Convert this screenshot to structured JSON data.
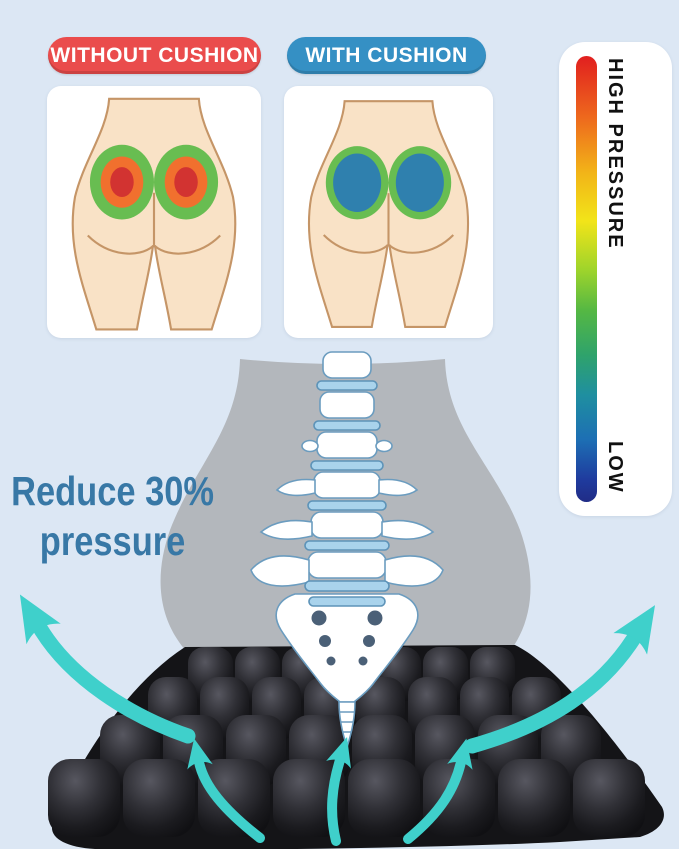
{
  "badges": {
    "without": {
      "label": "WITHOUT CUSHION",
      "color": "#ea4c4c"
    },
    "with": {
      "label": "WITH CUSHION",
      "color": "#3590c4"
    }
  },
  "pressure_scale": {
    "high_label": "HIGH PRESSURE",
    "low_label": "LOW",
    "gradient_stops": [
      "#e11f1f",
      "#ee6a1d",
      "#f2b318",
      "#f2e419",
      "#9ed42b",
      "#55b843",
      "#2fa36b",
      "#1f8fa0",
      "#1d6fb4",
      "#1f3b9e",
      "#202c86"
    ]
  },
  "callout": {
    "line1": "Reduce 30%",
    "line2": "pressure",
    "color": "#3878a6"
  },
  "illustration": {
    "without_pressure_ring_colors": [
      "#68bd51",
      "#f1702e",
      "#d23331"
    ],
    "with_pressure_ring_colors": [
      "#68bd51",
      "#2f80ae"
    ],
    "skin_color": "#f9e2c6",
    "silhouette_color": "#b3b7bc",
    "cushion_color": "#17171a",
    "arrow_color": "#3fd0cb"
  }
}
